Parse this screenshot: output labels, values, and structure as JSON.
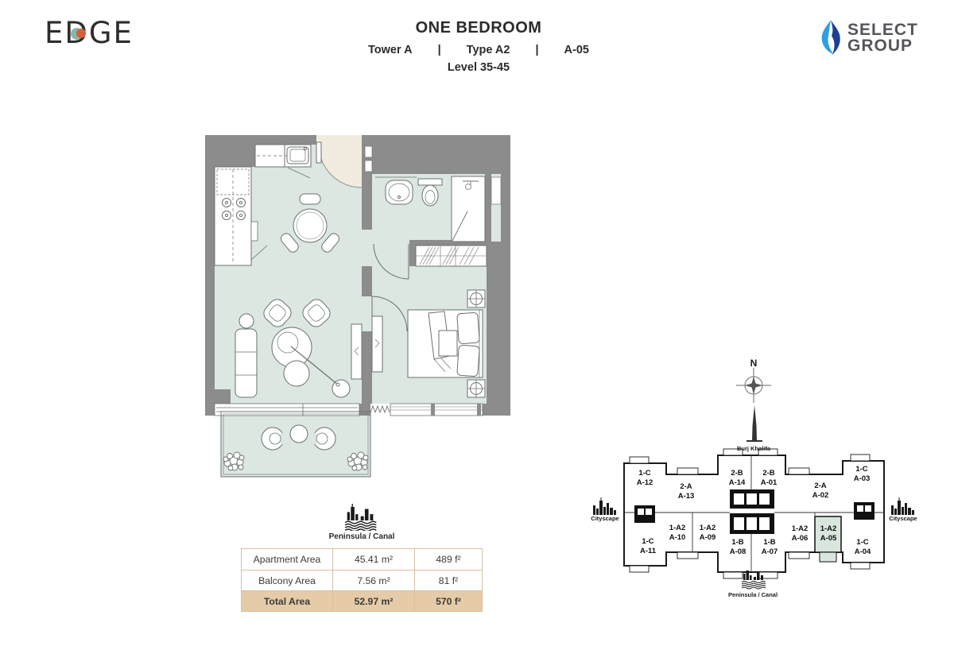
{
  "brand": {
    "name": "EDGE",
    "dot_orange": "#d4603a",
    "dot_teal": "#8ab5ac"
  },
  "header": {
    "title": "ONE BEDROOM",
    "tower": "Tower A",
    "sep": "|",
    "unit_type": "Type A2",
    "unit_no": "A-05",
    "level": "Level 35-45"
  },
  "developer": {
    "line1": "SELECT",
    "line2": "GROUP",
    "flame_blue_dark": "#1c3f94",
    "flame_blue_light": "#2e9fe0"
  },
  "area_table": {
    "landmark": "Peninsula / Canal",
    "rows": [
      {
        "label": "Apartment Area",
        "metric": "45.41 m²",
        "imperial": "489 f²"
      },
      {
        "label": "Balcony Area",
        "metric": "7.56 m²",
        "imperial": "81 f²"
      },
      {
        "label": "Total Area",
        "metric": "52.97 m²",
        "imperial": "570 f²"
      }
    ],
    "highlight_bg": "#e5cba7",
    "border_color": "#d9bf9f"
  },
  "keyplan": {
    "north": "N",
    "landmark_top": "Burj Khalifa",
    "landmark_left": "Cityscape",
    "landmark_right": "Cityscape",
    "landmark_bottom": "Peninsula / Canal",
    "highlighted_unit": "A-05",
    "highlight_color": "#d9e6dd",
    "units": [
      {
        "type": "1-C",
        "no": "A-12"
      },
      {
        "type": "2-A",
        "no": "A-13"
      },
      {
        "type": "2-B",
        "no": "A-14"
      },
      {
        "type": "2-B",
        "no": "A-01"
      },
      {
        "type": "2-A",
        "no": "A-02"
      },
      {
        "type": "1-C",
        "no": "A-03"
      },
      {
        "type": "1-C",
        "no": "A-11"
      },
      {
        "type": "1-A2",
        "no": "A-10"
      },
      {
        "type": "1-A2",
        "no": "A-09"
      },
      {
        "type": "1-B",
        "no": "A-08"
      },
      {
        "type": "1-B",
        "no": "A-07"
      },
      {
        "type": "1-A2",
        "no": "A-06"
      },
      {
        "type": "1-A2",
        "no": "A-05"
      },
      {
        "type": "1-C",
        "no": "A-04"
      }
    ]
  },
  "floorplan": {
    "wall_color": "#8c8c8c",
    "floor_color": "#dbe7e0",
    "entry_color": "#f1ecdf",
    "furniture_stroke": "#6b706e"
  }
}
